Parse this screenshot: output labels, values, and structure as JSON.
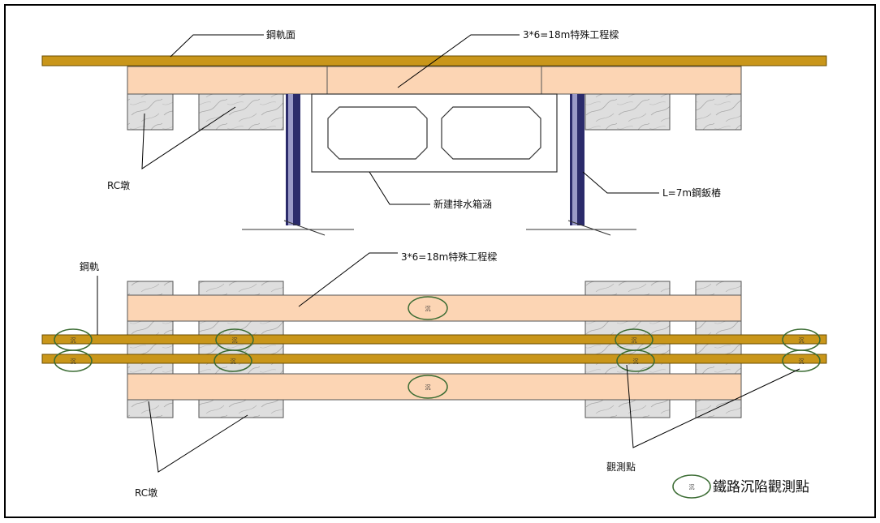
{
  "labels": {
    "rail_top_surface": "鋼軌面",
    "beam_top": "3*6=18m特殊工程樑",
    "beam_bottom": "3*6=18m特殊工程樑",
    "rc_pier_top": "RC墩",
    "rc_pier_bottom": "RC墩",
    "box_culvert": "新建排水箱涵",
    "sheet_pile": "L=7m鋼鈑樁",
    "rail": "鋼軌",
    "observation_points": "觀測點"
  },
  "marker": {
    "label": "沉"
  },
  "legend": {
    "text": "鐵路沉陷觀測點",
    "symbol": "沉"
  },
  "colors": {
    "rail": "#c9961a",
    "beam": "#fcd5b4",
    "pier": "#dcdcdc",
    "marker_ring": "#3a6b32",
    "border": "#000000"
  }
}
